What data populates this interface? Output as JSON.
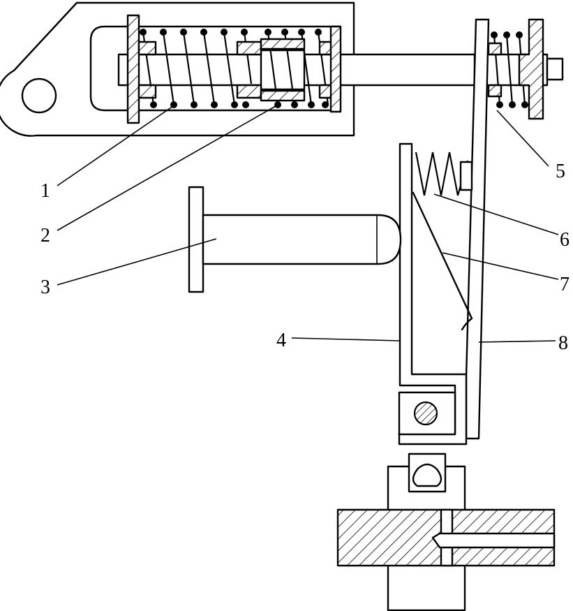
{
  "diagram": {
    "part_labels": [
      {
        "id": "1",
        "text": "1"
      },
      {
        "id": "2",
        "text": "2"
      },
      {
        "id": "3",
        "text": "3"
      },
      {
        "id": "4",
        "text": "4"
      },
      {
        "id": "5",
        "text": "5"
      },
      {
        "id": "6",
        "text": "6"
      },
      {
        "id": "7",
        "text": "7"
      },
      {
        "id": "8",
        "text": "8"
      }
    ],
    "colors": {
      "stroke": "#000000",
      "background": "#ffffff"
    }
  }
}
